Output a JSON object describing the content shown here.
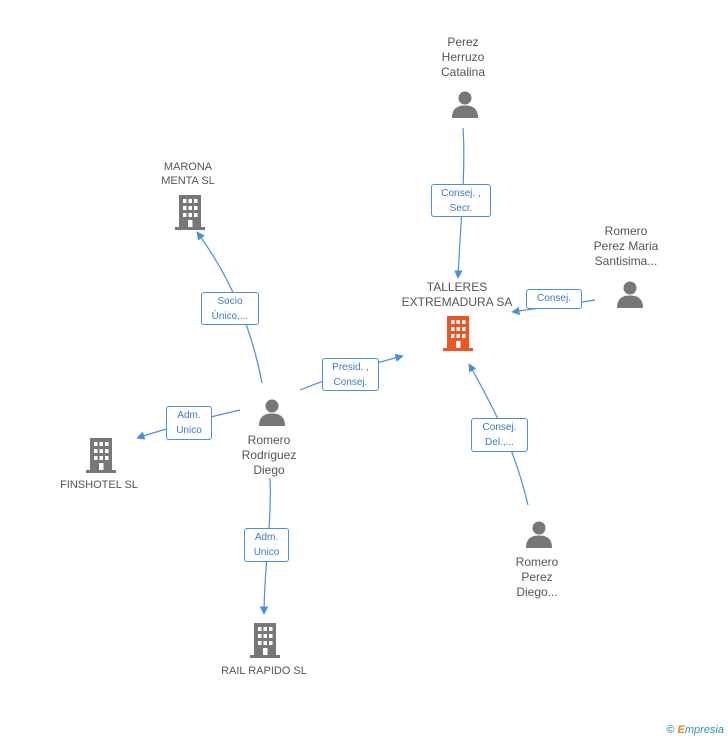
{
  "nodes": {
    "perez_herruzo": {
      "label": [
        "Perez",
        "Herruzo",
        "Catalina"
      ],
      "icon": "person-icon"
    },
    "romero_santisima": {
      "label": [
        "Romero",
        "Perez Maria",
        "Santisima..."
      ],
      "icon": "person-icon"
    },
    "talleres": {
      "label": [
        "TALLERES",
        "EXTREMADURA SA"
      ],
      "icon": "building-icon",
      "highlight": "#ee5522"
    },
    "marona": {
      "label": [
        "MARONA",
        "MENTA SL"
      ],
      "icon": "building-icon"
    },
    "romero_rodriguez": {
      "label": [
        "Romero",
        "Rodriguez",
        "Diego"
      ],
      "icon": "person-icon"
    },
    "finshotel": {
      "label": [
        "FINSHOTEL SL"
      ],
      "icon": "building-icon"
    },
    "romero_diego": {
      "label": [
        "Romero",
        "Perez",
        "Diego..."
      ],
      "icon": "person-icon"
    },
    "rail_rapido": {
      "label": [
        "RAIL RAPIDO SL"
      ],
      "icon": "building-icon"
    }
  },
  "edges": {
    "e1": [
      "Consej. ,",
      "Secr."
    ],
    "e2": [
      "Consej."
    ],
    "e3": [
      "Socio",
      "Único,..."
    ],
    "e4": [
      "Presid. ,",
      "Consej."
    ],
    "e5": [
      "Adm.",
      "Unico"
    ],
    "e6": [
      "Consej.",
      "Del.,..."
    ],
    "e7": [
      "Adm.",
      "Unico"
    ]
  },
  "colors": {
    "icon": "#777777",
    "highlight": "#ee5522",
    "edge": "#4a8fd8"
  },
  "footer": {
    "copyright": "©",
    "brand_initial": "E",
    "brand_rest": "mpresia"
  }
}
